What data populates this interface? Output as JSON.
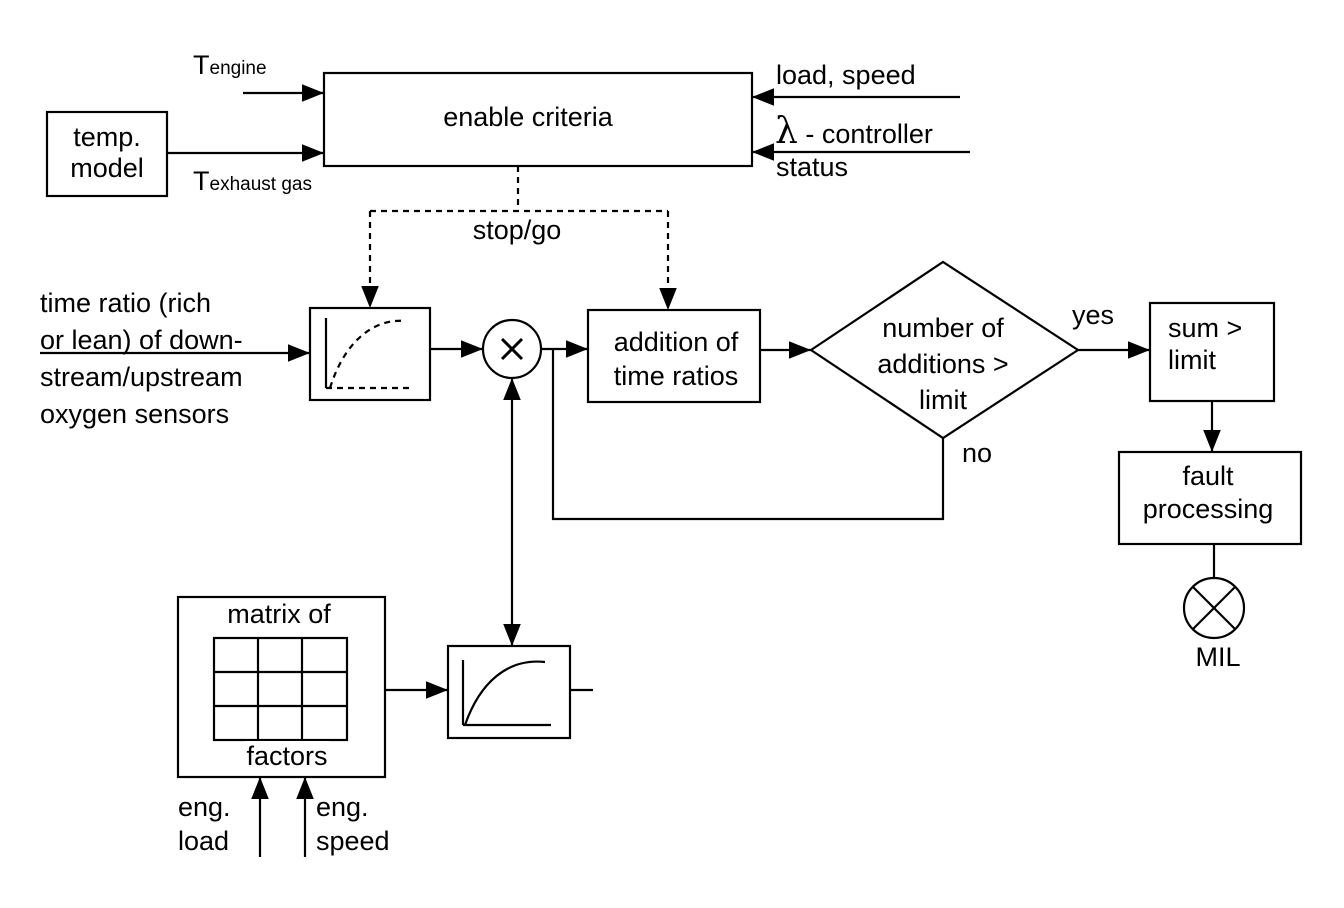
{
  "colors": {
    "ink": "#000000",
    "background": "#ffffff"
  },
  "inputs": {
    "t_engine": {
      "symbol": "T",
      "subscript": "engine"
    },
    "t_exhaust": {
      "symbol": "T",
      "subscript": "exhaust gas"
    },
    "load_speed": "load, speed",
    "lambda_symbol": "λ",
    "lambda_text": "- controller",
    "lambda_status": "status",
    "time_ratio_lines": [
      "time ratio (rich",
      "or lean) of down-",
      "stream/upstream",
      "oxygen sensors"
    ],
    "eng_load_lines": [
      "eng.",
      "load"
    ],
    "eng_speed_lines": [
      "eng.",
      "speed"
    ]
  },
  "blocks": {
    "temp_model_lines": [
      "temp.",
      "model"
    ],
    "enable_criteria": "enable criteria",
    "stop_go": "stop/go",
    "addition_lines": [
      "addition of",
      "time ratios"
    ],
    "decision_lines": [
      "number of",
      "additions >",
      "limit"
    ],
    "yes": "yes",
    "no": "no",
    "sum_lines": [
      "sum >",
      "limit"
    ],
    "fault_lines": [
      "fault",
      "processing"
    ],
    "mil": "MIL",
    "matrix_top": "matrix of",
    "matrix_bottom": "factors"
  }
}
